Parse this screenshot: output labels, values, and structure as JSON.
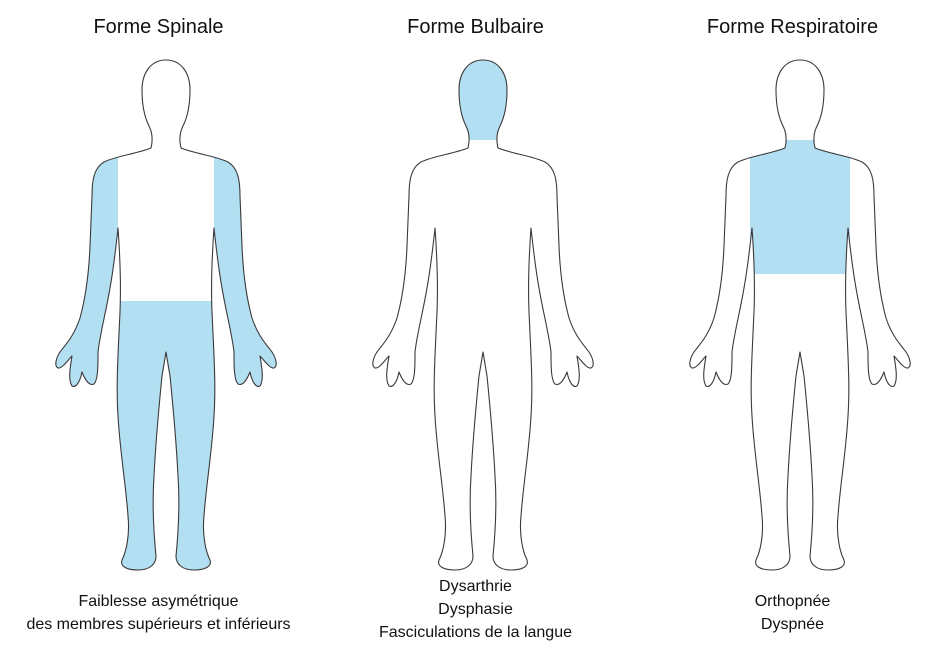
{
  "colors": {
    "highlight": "#b3dff2",
    "outline": "#3a3a3a",
    "text": "#111111",
    "background": "#ffffff"
  },
  "panels": [
    {
      "title": "Forme Spinale",
      "highlight_regions": [
        "arms",
        "lower-body"
      ],
      "caption": [
        "Faiblesse asymétrique",
        "des membres supérieurs et inférieurs"
      ]
    },
    {
      "title": "Forme Bulbaire",
      "highlight_regions": [
        "head-neck"
      ],
      "caption": [
        "Dysarthrie",
        "Dysphasie",
        "Fasciculations de la langue"
      ]
    },
    {
      "title": "Forme Respiratoire",
      "highlight_regions": [
        "chest"
      ],
      "caption": [
        "Orthopnée",
        "Dyspnée"
      ]
    }
  ]
}
